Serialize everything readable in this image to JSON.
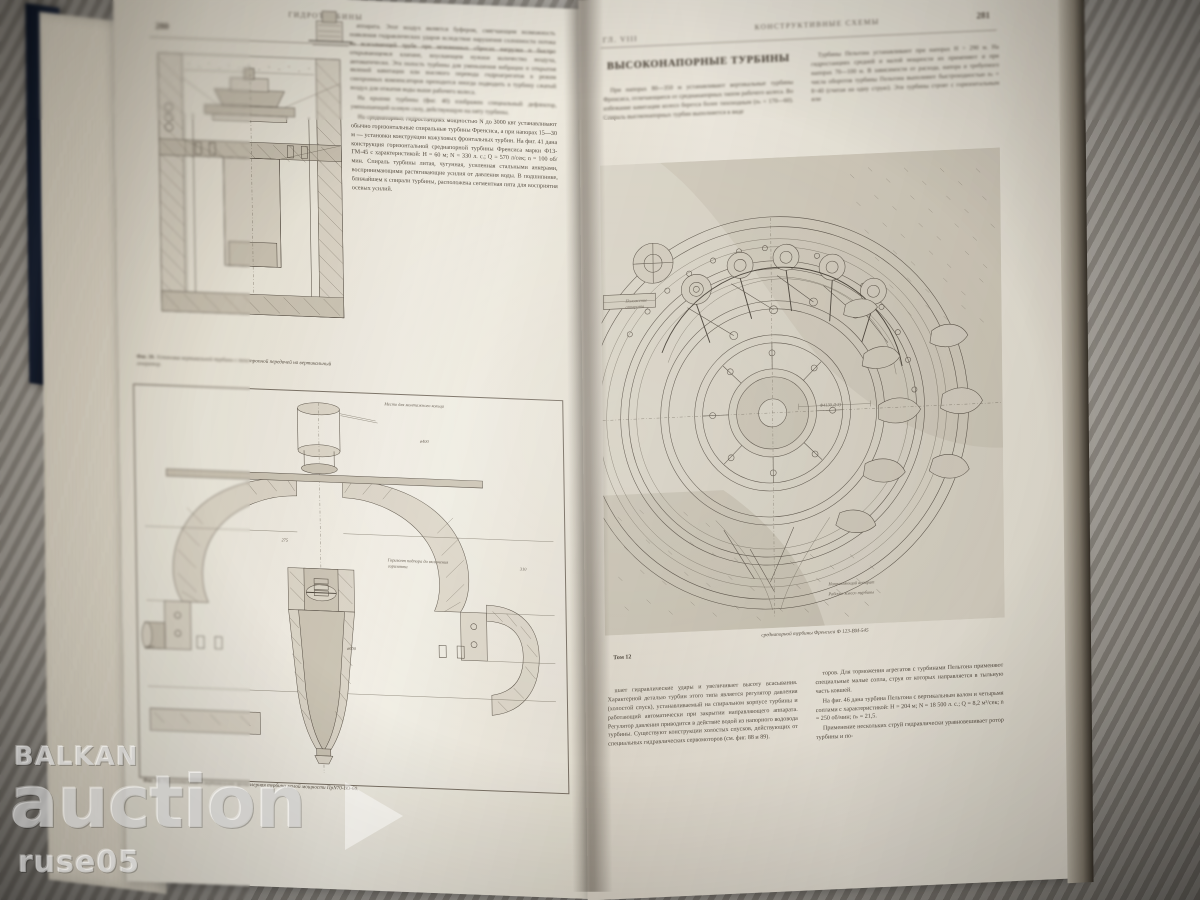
{
  "photo": {
    "subject": "open-technical-book",
    "watermark": {
      "line1": "BALKAN",
      "line2": "auction",
      "line3": "ruse05",
      "marker": "play-triangle"
    },
    "colors": {
      "paper": "#ece8dd",
      "ink": "#574e42",
      "spine": "#1b2438",
      "surface": "#cfcbc4"
    }
  },
  "left_page": {
    "running_head": "ГИДРОТУРБИНЫ",
    "folio": "280",
    "columns": [
      {
        "id": "left-col",
        "paragraphs": [
          "аппарата. Этот воздух является буфером, смягчающим возможность появления гидравлических ударов вследствие нарушения сплошности потока во всасывающей трубе при мгновенных сбросах нагрузки и быстро открывающемся клапане, впускающем нужное количество воздуха, автоматически. Эта полость турбины для уменьшения вибрации и открытия явлений кавитации или высокого перевода гидроагрегатов в режим синхронных компенсаторов приходится иногда подводить в турбину сжатый воздух для отжатия воды выше рабочего колеса.",
          "На крышке турбины (фиг. 40) изображен специальный дефлектор, уменьшающий осевую силу, действующую на пяту турбины.",
          "На среднапорных гидростанциях мощностью N до 3000 квт устанавливают обычно горизонтальные спиральные турбины Френсиса, а при напорах 15—30 м — установки конструкции кожуховых фронтальных турбин. На фиг. 41 дана конструкция горизонтальной среднапорной турбины Френсиса марки Ф13-ГМ-45 с характеристикой: H = 60 м; N = 330 л. с.; Q = 570 л/сек; n = 100 об/мин. Спираль турбины литая, чугунная, усиленная стальными анкерами, воспринимающими растягивающие усилия от давления воды. В подшипнике, ближайшем к спирали турбины, расположена сегментная пята для восприятия осевых усилий."
        ]
      }
    ],
    "figures": [
      {
        "id": "fig-39",
        "caption_number": "Фиг. 39.",
        "caption_text": "Установка вертикальной турбины с текстропной передачей на вертикальный генератор."
      },
      {
        "id": "fig-40",
        "caption_number": "Фиг. 40.",
        "caption_text": "Горизонтальная и вертикальная пропеллерная турбина малой мощности ПрN70-ВО-60.",
        "labels": [
          "Место для монтажного кольца",
          "Горизонт подпора до включения горизонта",
          "ø600",
          "ø400",
          "ø800",
          "275",
          "310"
        ]
      }
    ]
  },
  "right_page": {
    "running_head_left": "ГЛ. VIII",
    "running_head_center": "КОНСТРУКТИВНЫЕ СХЕМЫ",
    "folio": "281",
    "section_title": "ВЫСОКОНАПОРНЫЕ ТУРБИНЫ",
    "columns_top": [
      {
        "id": "rt-col-1",
        "paragraphs": [
          "При напорах 80—350 м устанавливают вертикальные турбины Френсиса, отличающиеся от среднанапорных типом рабочего колеса. Во избежание кавитации колесо берется более тихоходным (nₛ = 170—60). Спираль высоконапорных турбин выполняется в виде"
        ]
      },
      {
        "id": "rt-col-2",
        "paragraphs": [
          "Турбины Пельтона устанавливают при напорах H > 290 м. На гидростанциях средней и малой мощности их применяют и при напорах 70—100 м. В зависимости от расхода, напора и требуемого числа оборотов турбины Пельтона выполняют быстроходностью nₛ = 8÷40 (считая на одну струю). Эти турбины строят с горизонтальным или"
        ]
      }
    ],
    "columns_bottom": [
      {
        "id": "rb-col-1",
        "paragraphs": [
          "шает гидравлические удары и увеличивает высоту всасывания. Характерной деталью турбин этого типа является регулятор давления (холостой спуск), устанавливаемый на спиральном корпусе турбины и работающий автоматически при закрытии направляющего аппарата. Регулятор давления приводится в действие водой из напорного водовода турбины. Существуют конструкции холостых спусков, действующих от специальных гидравлических сервомоторов (см. фиг. 88 и 89)."
        ]
      },
      {
        "id": "rb-col-2",
        "paragraphs": [
          "торов. Для торможения агрегатов с турбинами Пельтона применяют специальные малые сопла, струя от которых направляется в тыльную часть ковшей.",
          "На фиг. 46 дана турбина Пельтона с вертикальным валом и четырьмя соплами с характеристикой: H = 204 м; N = 18 500 л. с.; Q = 8,2 м³/сек; n = 250 об/мин; nₛ = 21,5.",
          "Применение нескольких струй гидравлически уравновешивает ротор турбины и по-"
        ]
      }
    ],
    "figure": {
      "id": "fig-45",
      "caption": "среднапорной турбины Френсиса Ф 123-ВМ-545",
      "labels": [
        "Положение аппарата",
        "Ф4130 Д-3)",
        "Направляющий аппарат",
        "Рабочее колесо турбины"
      ]
    },
    "volume_mark": "Том 12"
  }
}
